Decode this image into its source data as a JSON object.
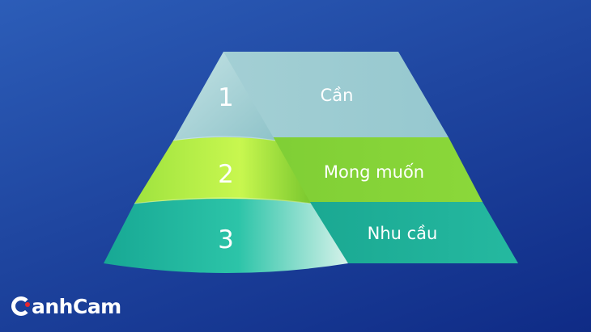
{
  "levels": [
    {
      "number": "1",
      "label": "Cần"
    },
    {
      "number": "2",
      "label": "Mong muốn"
    },
    {
      "number": "3",
      "label": "Nhu cầu"
    }
  ],
  "brand": {
    "name": "CanhCam",
    "text_after_mark": "anhCam",
    "accent_color": "#e8262e"
  },
  "colors": {
    "background": "#1f46a0",
    "level1": "#a9d2d6",
    "level2": "#8fdc39",
    "level3": "#1fb59c"
  }
}
